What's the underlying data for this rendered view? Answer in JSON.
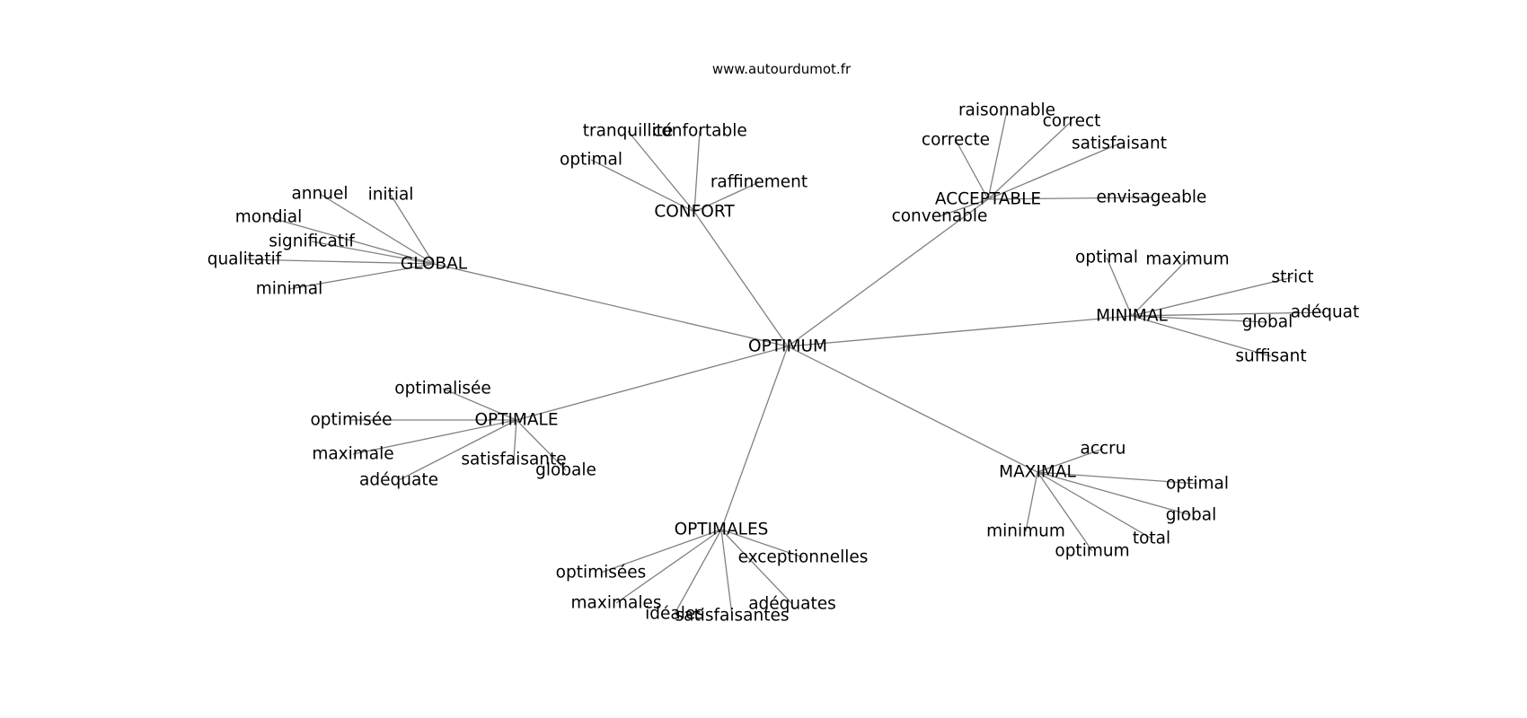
{
  "source": "www.autourdumot.fr",
  "colors": {
    "edge": "#808080",
    "text": "#000000",
    "background": "#ffffff"
  },
  "center": "OPTIMUM",
  "clusters": [
    {
      "hub": "GLOBAL",
      "words": [
        "annuel",
        "initial",
        "mondial",
        "significatif",
        "qualitatif",
        "minimal"
      ]
    },
    {
      "hub": "CONFORT",
      "words": [
        "tranquillité",
        "confortable",
        "optimal",
        "raffinement"
      ]
    },
    {
      "hub": "ACCEPTABLE",
      "words": [
        "raisonnable",
        "correct",
        "correcte",
        "satisfaisant",
        "envisageable",
        "convenable"
      ]
    },
    {
      "hub": "MINIMAL",
      "words": [
        "optimal",
        "maximum",
        "strict",
        "adéquat",
        "global",
        "suffisant"
      ]
    },
    {
      "hub": "OPTIMALE",
      "words": [
        "optimalisée",
        "optimisée",
        "maximale",
        "satisfaisante",
        "globale",
        "adéquate"
      ]
    },
    {
      "hub": "MAXIMAL",
      "words": [
        "accru",
        "optimal",
        "global",
        "total",
        "minimum",
        "optimum"
      ]
    },
    {
      "hub": "OPTIMALES",
      "words": [
        "exceptionnelles",
        "optimisées",
        "maximales",
        "idéales",
        "satisfaisantes",
        "adéquates"
      ]
    }
  ]
}
